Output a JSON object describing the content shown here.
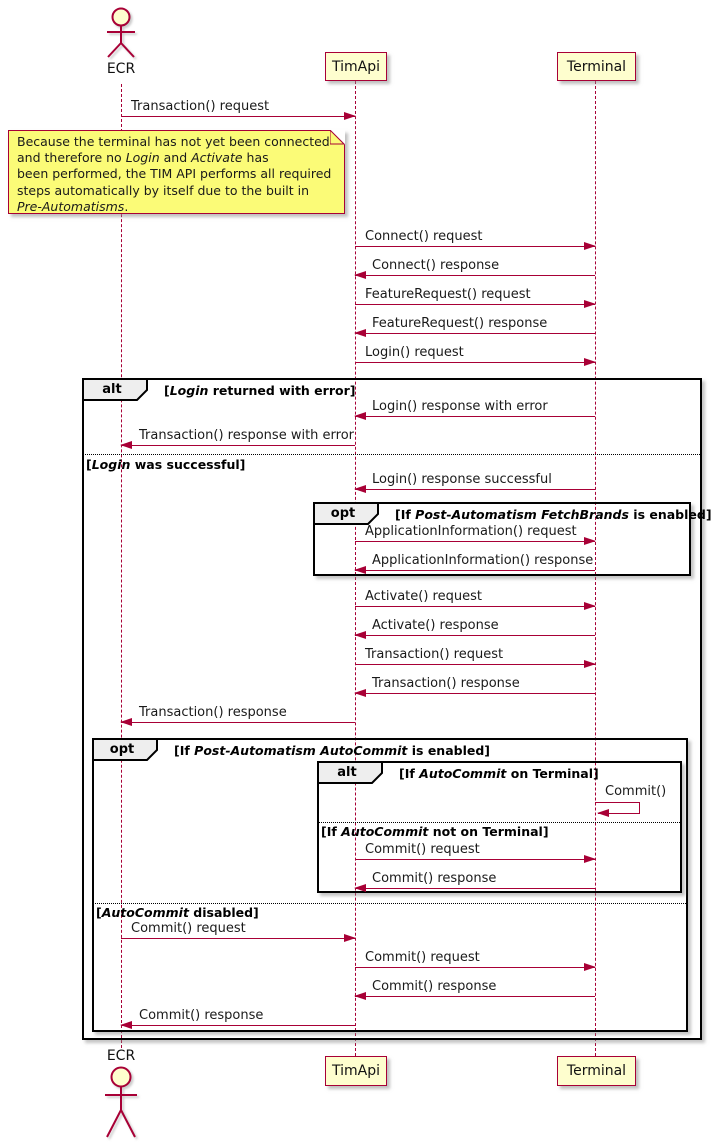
{
  "diagram": {
    "type": "uml-sequence-diagram",
    "colors": {
      "accent": "#A80036",
      "participant_fill": "#FEFECE",
      "note_fill": "#FBFB77",
      "frame_label_fill": "#EEEEEE",
      "frame_border": "#000000"
    },
    "participants": {
      "ecr": "ECR",
      "timapi": "TimApi",
      "terminal": "Terminal"
    },
    "note": {
      "l1": "Because the terminal has not yet been connected",
      "l2a": "and therefore no ",
      "l2b": "Login",
      "l2c": " and ",
      "l2d": "Activate",
      "l2e": " has",
      "l3": "been performed, the TIM API performs all required",
      "l4": "steps automatically by itself due to the built in",
      "l5a": "Pre-Automatisms",
      "l5b": "."
    },
    "frames": {
      "alt_login": {
        "keyword": "alt",
        "cond_pre": "[",
        "cond_kw": "Login",
        "cond_post": " returned with error]",
        "else_pre": "[",
        "else_kw": "Login",
        "else_post": " was successful]"
      },
      "opt_fetchbrands": {
        "keyword": "opt",
        "cond_pre": "[If ",
        "cond_kw": "Post-Automatism FetchBrands",
        "cond_post": " is enabled]"
      },
      "opt_autocommit": {
        "keyword": "opt",
        "cond_pre": "[If ",
        "cond_kw": "Post-Automatism AutoCommit",
        "cond_post": " is enabled]",
        "else_pre": "[",
        "else_kw": "AutoCommit",
        "else_post": " disabled]"
      },
      "alt_autocommit": {
        "keyword": "alt",
        "cond_pre": "[If ",
        "cond_kw": "AutoCommit",
        "cond_post": " on Terminal]",
        "else_pre": "[If ",
        "else_kw": "AutoCommit",
        "else_post": " not on Terminal]"
      }
    },
    "messages": [
      {
        "label": "Transaction() request"
      },
      {
        "label": "Connect() request"
      },
      {
        "label": "Connect() response"
      },
      {
        "label": "FeatureRequest() request"
      },
      {
        "label": "FeatureRequest() response"
      },
      {
        "label": "Login() request"
      },
      {
        "label": "Login() response with error"
      },
      {
        "label": "Transaction() response with error"
      },
      {
        "label": "Login() response successful"
      },
      {
        "label": "ApplicationInformation() request"
      },
      {
        "label": "ApplicationInformation() response"
      },
      {
        "label": "Activate() request"
      },
      {
        "label": "Activate() response"
      },
      {
        "label": "Transaction() request"
      },
      {
        "label": "Transaction() response"
      },
      {
        "label": "Transaction() response"
      },
      {
        "label": "Commit()"
      },
      {
        "label": "Commit() request"
      },
      {
        "label": "Commit() response"
      },
      {
        "label": "Commit() request"
      },
      {
        "label": "Commit() request"
      },
      {
        "label": "Commit() response"
      },
      {
        "label": "Commit() response"
      }
    ]
  }
}
